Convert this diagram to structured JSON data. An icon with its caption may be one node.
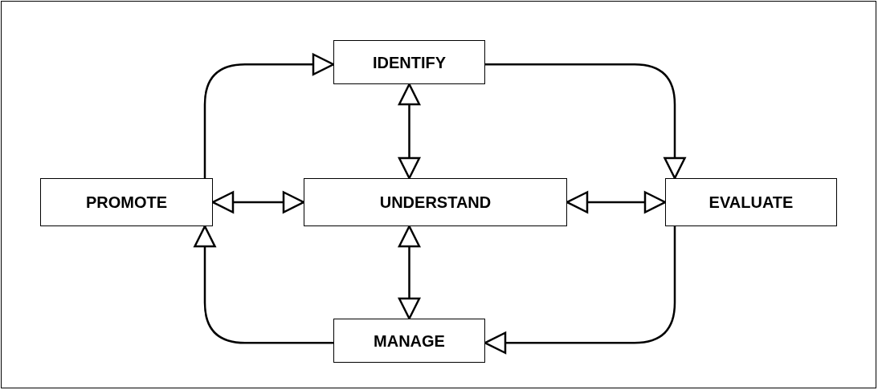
{
  "diagram": {
    "nodes": [
      {
        "text": [
          "IDENTIFY"
        ]
      },
      {
        "text": [
          "PROMOTE"
        ]
      },
      {
        "text": [
          "UNDERSTAND"
        ]
      },
      {
        "text": [
          "EVALUATE"
        ]
      },
      {
        "text": [
          "MANAGE"
        ]
      }
    ],
    "edges": [
      {
        "from": 1,
        "to": 0,
        "arrow": "to"
      },
      {
        "from": 0,
        "to": 3,
        "arrow": "to"
      },
      {
        "from": 3,
        "to": 4,
        "arrow": "to"
      },
      {
        "from": 4,
        "to": 1,
        "arrow": "to"
      },
      {
        "from": 0,
        "to": 2,
        "arrow": "both"
      },
      {
        "from": 1,
        "to": 2,
        "arrow": "both"
      },
      {
        "from": 2,
        "to": 3,
        "arrow": "both"
      },
      {
        "from": 2,
        "to": 4,
        "arrow": "both"
      }
    ]
  }
}
